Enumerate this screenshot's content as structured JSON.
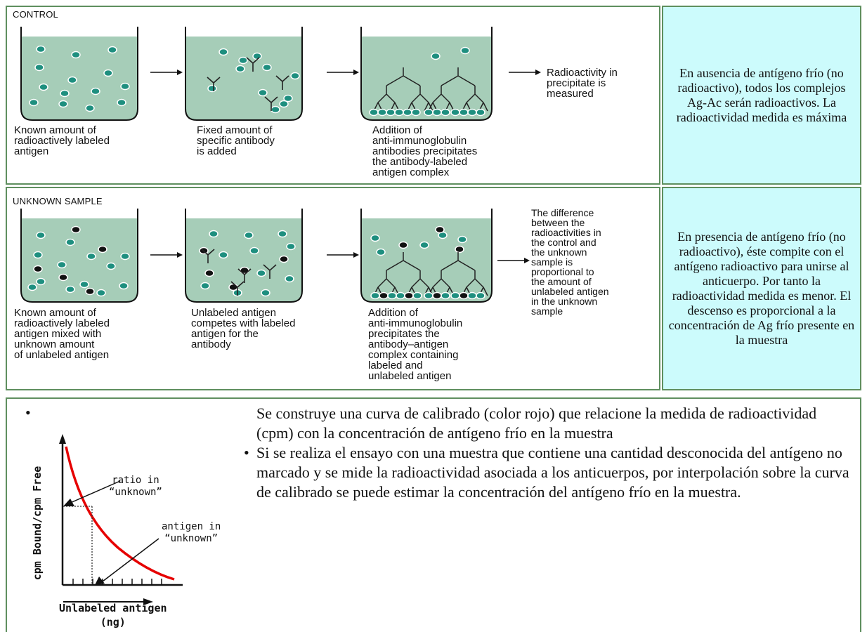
{
  "control": {
    "header": "CONTROL",
    "captions": [
      "Known amount of\nradioactively labeled\nantigen",
      "Fixed amount of\nspecific antibody\nis added",
      "Addition of\nanti-immunoglobulin\nantibodies precipitates\nthe antibody-labeled\nantigen complex"
    ],
    "result": "Radioactivity in\nprecipitate is\nmeasured",
    "note": "En ausencia de antígeno frío (no radioactivo), todos los complejos Ag-Ac serán radioactivos. La radioactividad medida es máxima"
  },
  "unknown": {
    "header": "UNKNOWN SAMPLE",
    "captions": [
      "Known amount of\nradioactively labeled\nantigen mixed with\nunknown amount\nof unlabeled antigen",
      "Unlabeled antigen\ncompetes with labeled\nantigen for the\nantibody",
      "Addition of\nanti-immunoglobulin\nprecipitates the\nantibody–antigen\ncomplex containing\nlabeled and\nunlabeled antigen"
    ],
    "result": "The difference\nbetween the\nradioactivities in\nthe control and\nthe unknown\nsample is\nproportional to\nthe amount of\nunlabeled antigen\nin the unknown\nsample",
    "note": "En presencia de antígeno frío (no radioactivo), éste compite con el antígeno radioactivo para unirse al anticuerpo. Por tanto la radioactividad medida es menor. El descenso es proporcional a la concentración de Ag frío presente en la muestra"
  },
  "graph": {
    "ylabel": "cpm Bound/cpm Free",
    "xlabel": "Unlabeled antigen\n(ng)",
    "label_ratio": "ratio in\n“unknown”",
    "label_antigen": "antigen in\n“unknown”",
    "curve_color": "#e60000"
  },
  "text": {
    "bullet1": "•",
    "para1": "Se construye una curva de calibrado (color rojo) que relacione la medida de radioactividad (cpm) con la concentración de antígeno frío en la muestra",
    "bullet2": "•",
    "para2": "Si se realiza el ensayo con una muestra que contiene una cantidad desconocida del antígeno no marcado y se mide la radioactividad asociada a los anticuerpos, por interpolación sobre la curva de calibrado se puede estimar la concentración del antígeno frío en la muestra."
  },
  "colors": {
    "liquid": "#a6cdb8",
    "labeled_antigen": "#1e8f7f",
    "unlabeled_antigen": "#111111",
    "note_bg": "#ccfbfc",
    "frame": "#5f8f5f"
  }
}
